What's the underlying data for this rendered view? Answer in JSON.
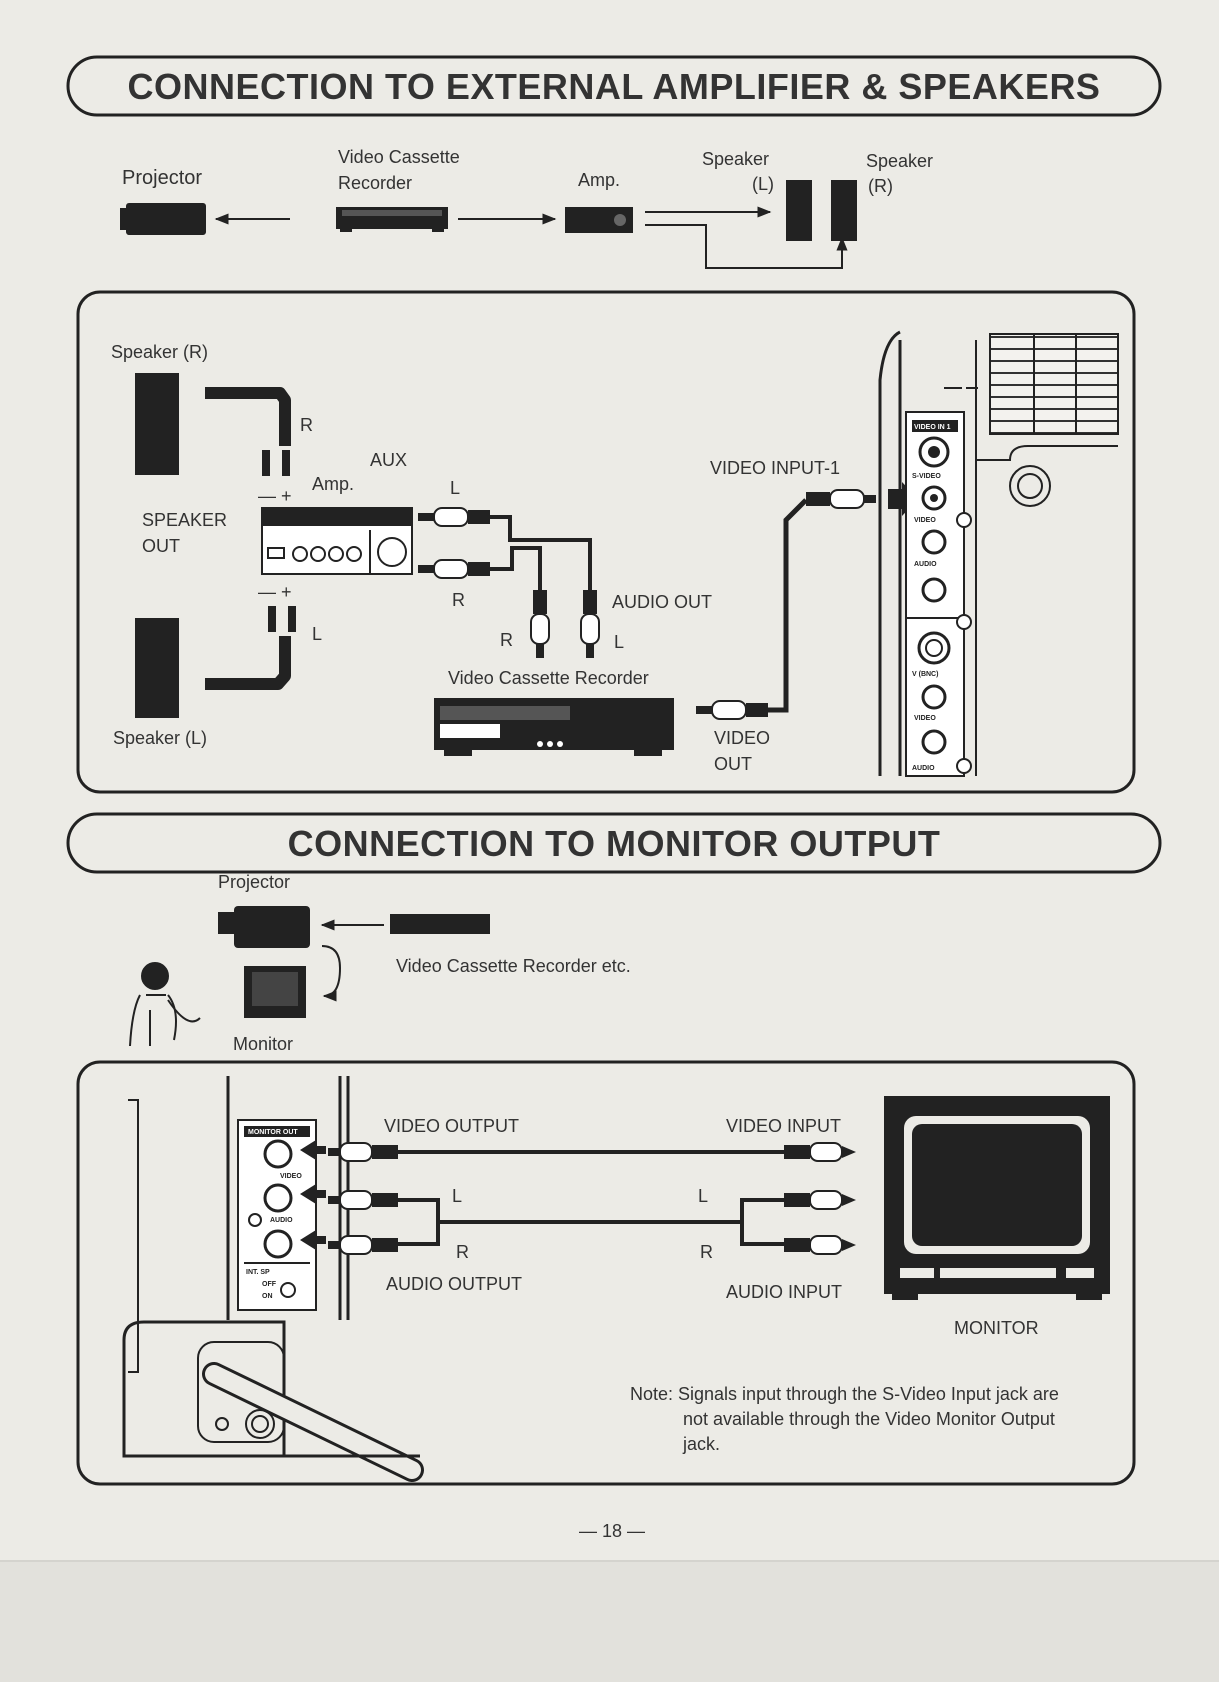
{
  "page_number": "— 18 —",
  "section1": {
    "title": "CONNECTION TO EXTERNAL AMPLIFIER & SPEAKERS",
    "overview": {
      "projector": "Projector",
      "vcr_line1": "Video Cassette",
      "vcr_line2": "Recorder",
      "amp": "Amp.",
      "speaker_l_line1": "Speaker",
      "speaker_l_line2": "(L)",
      "speaker_r_line1": "Speaker",
      "speaker_r_line2": "(R)"
    },
    "detail": {
      "speaker_r": "Speaker (R)",
      "speaker_l": "Speaker (L)",
      "r_top": "R",
      "aux": "AUX",
      "amp": "Amp.",
      "l_aux": "L",
      "speaker_out_line1": "SPEAKER",
      "speaker_out_line2": "OUT",
      "minus_plus_top": "— +",
      "minus_plus_bottom": "— +",
      "l_bottom": "L",
      "r_aux": "R",
      "audio_out": "AUDIO OUT",
      "audio_r": "R",
      "audio_l": "L",
      "vcr": "Video Cassette Recorder",
      "video_out_line1": "VIDEO",
      "video_out_line2": "OUT",
      "video_input_1": "VIDEO INPUT-1",
      "panel_video_in": "VIDEO IN 1",
      "panel_svideo": "S-VIDEO",
      "panel_video": "VIDEO",
      "panel_audio": "AUDIO",
      "panel_vbnc": "V (BNC)",
      "panel_video2": "VIDEO",
      "panel_audio2": "AUDIO"
    }
  },
  "section2": {
    "title": "CONNECTION TO MONITOR OUTPUT",
    "overview": {
      "projector": "Projector",
      "vcr": "Video Cassette Recorder etc.",
      "monitor": "Monitor"
    },
    "detail": {
      "video_output": "VIDEO OUTPUT",
      "video_input": "VIDEO INPUT",
      "l_left": "L",
      "l_right": "L",
      "r_left": "R",
      "r_right": "R",
      "audio_output": "AUDIO OUTPUT",
      "audio_input": "AUDIO INPUT",
      "monitor": "MONITOR",
      "panel_monitor_out": "MONITOR OUT",
      "panel_video": "VIDEO",
      "panel_audio": "AUDIO",
      "panel_int_sp": "INT. SP",
      "panel_off": "OFF",
      "panel_on": "ON",
      "note_line1": "Note: Signals input through the S-Video Input jack are",
      "note_line2": "not available through the Video Monitor Output",
      "note_line3": "jack."
    }
  }
}
